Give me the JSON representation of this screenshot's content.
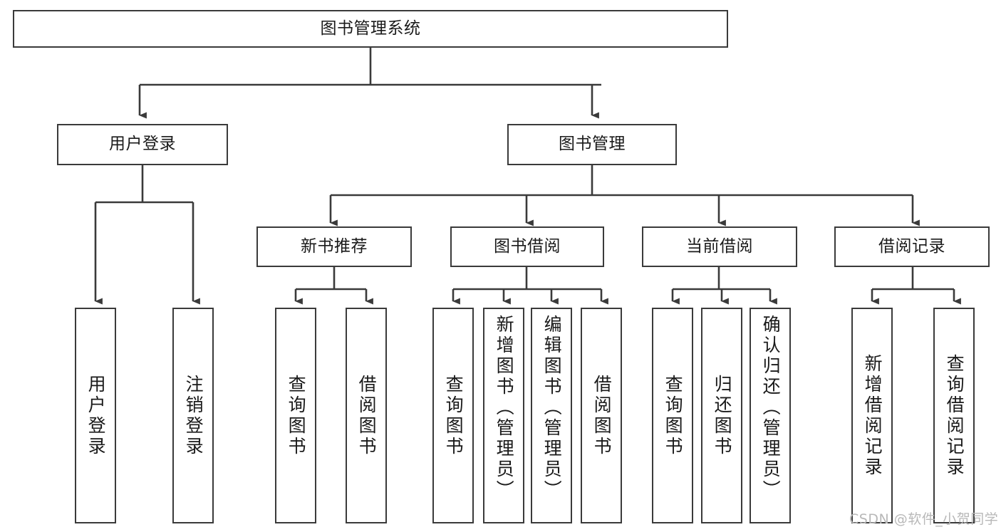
{
  "diagram": {
    "type": "tree-hierarchy-chart",
    "title": "图书管理系统",
    "watermark": "CSDN @软件_小贺同学",
    "colors": {
      "stroke": "#3a3a3a",
      "fill": "#ffffff",
      "text": "#1a1a1a",
      "watermark": "#b8b8b8"
    },
    "levels": {
      "root": {
        "label": "图书管理系统"
      },
      "level2": [
        {
          "id": "user-login",
          "label": "用户登录"
        },
        {
          "id": "book-management",
          "label": "图书管理"
        }
      ],
      "level3": [
        {
          "id": "new-book-recommend",
          "label": "新书推荐",
          "parent": "book-management"
        },
        {
          "id": "book-borrow",
          "label": "图书借阅",
          "parent": "book-management"
        },
        {
          "id": "current-borrow",
          "label": "当前借阅",
          "parent": "book-management"
        },
        {
          "id": "borrow-record",
          "label": "借阅记录",
          "parent": "book-management"
        }
      ],
      "leaves": [
        {
          "id": "leaf-user-login",
          "label": "用户登录",
          "parent": "user-login"
        },
        {
          "id": "leaf-logout",
          "label": "注销登录",
          "parent": "user-login"
        },
        {
          "id": "leaf-query-book-1",
          "label": "查询图书",
          "parent": "new-book-recommend"
        },
        {
          "id": "leaf-borrow-book-1",
          "label": "借阅图书",
          "parent": "new-book-recommend"
        },
        {
          "id": "leaf-query-book-2",
          "label": "查询图书",
          "parent": "book-borrow"
        },
        {
          "id": "leaf-add-book",
          "label": "新增图书（管理员）",
          "parent": "book-borrow"
        },
        {
          "id": "leaf-edit-book",
          "label": "编辑图书（管理员）",
          "parent": "book-borrow"
        },
        {
          "id": "leaf-borrow-book-2",
          "label": "借阅图书",
          "parent": "book-borrow"
        },
        {
          "id": "leaf-query-book-3",
          "label": "查询图书",
          "parent": "current-borrow"
        },
        {
          "id": "leaf-return-book",
          "label": "归还图书",
          "parent": "current-borrow"
        },
        {
          "id": "leaf-confirm-return",
          "label": "确认归还（管理员）",
          "parent": "current-borrow"
        },
        {
          "id": "leaf-add-record",
          "label": "新增借阅记录",
          "parent": "borrow-record"
        },
        {
          "id": "leaf-query-record",
          "label": "查询借阅记录",
          "parent": "borrow-record"
        }
      ]
    }
  }
}
